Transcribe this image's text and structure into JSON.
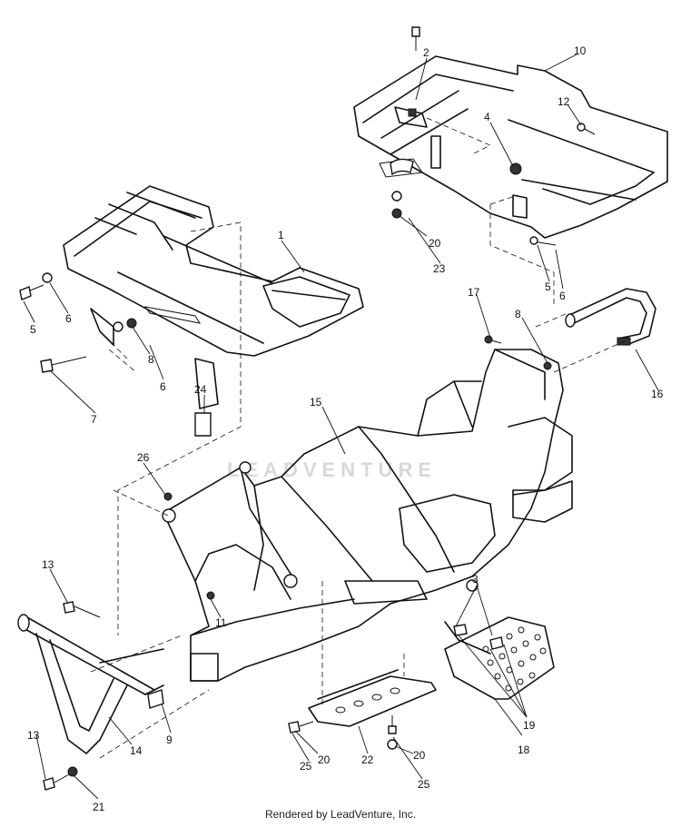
{
  "footer": "Rendered by LeadVenture, Inc.",
  "watermark": "LEADVENTURE",
  "callouts": [
    "1",
    "2",
    "3",
    "4",
    "5",
    "5",
    "6",
    "6",
    "6",
    "7",
    "8",
    "8",
    "9",
    "10",
    "11",
    "12",
    "13",
    "13",
    "14",
    "15",
    "16",
    "17",
    "18",
    "19",
    "20",
    "20",
    "20",
    "21",
    "22",
    "23",
    "24",
    "25",
    "25",
    "26"
  ]
}
